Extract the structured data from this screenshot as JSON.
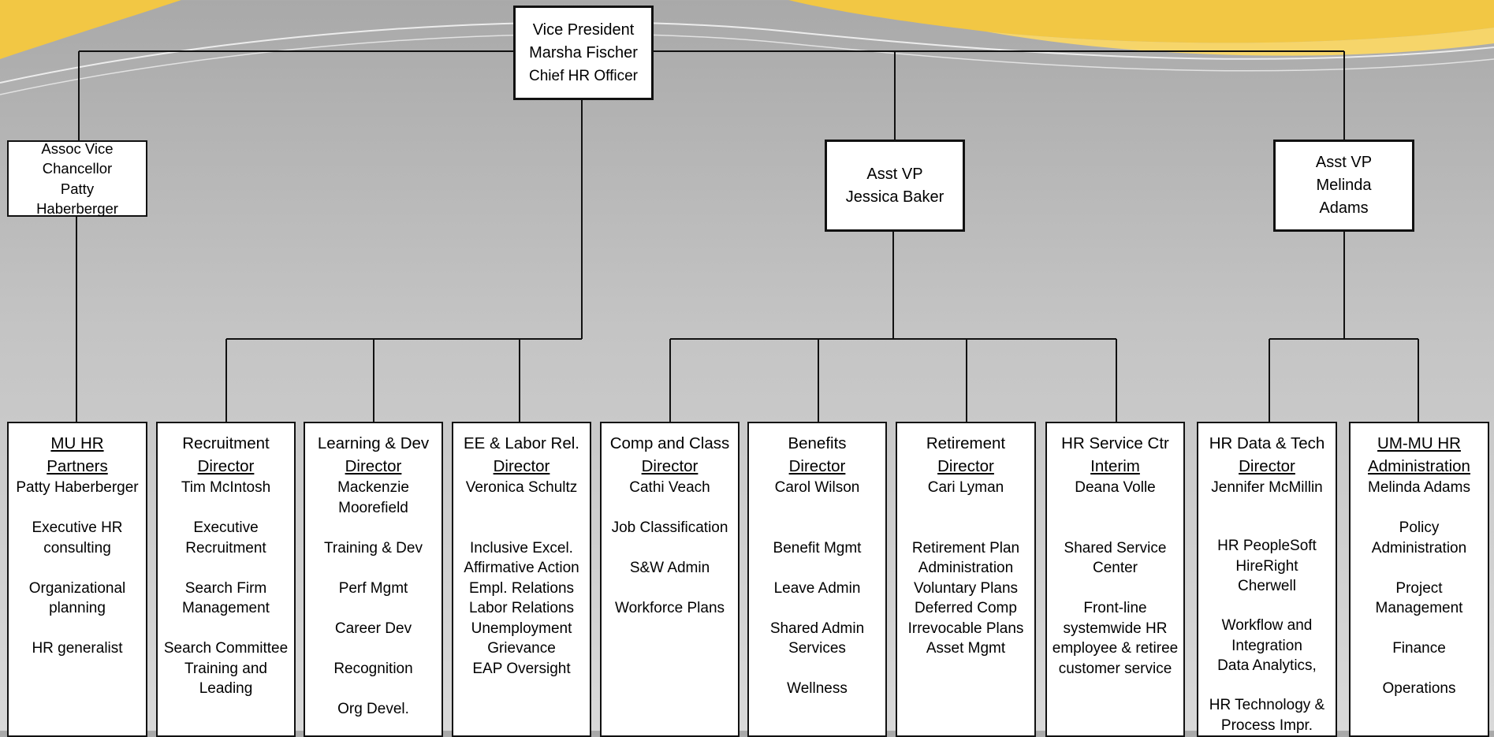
{
  "colors": {
    "background_top": "#a9a9a9",
    "background_bottom": "#d9d9d9",
    "accent_gold": "#f2c744",
    "accent_light": "#f6d56a",
    "line": "#111111",
    "box": "#ffffff"
  },
  "vp": {
    "lines": [
      "Vice President",
      "Marsha Fischer",
      "Chief HR Officer"
    ]
  },
  "avc": {
    "lines": [
      "Assoc Vice",
      "Chancellor",
      "Patty",
      "Haberberger"
    ]
  },
  "avp_baker": {
    "lines": [
      "Asst VP",
      "Jessica Baker"
    ]
  },
  "avp_adams": {
    "lines": [
      "Asst VP",
      "Melinda",
      "Adams"
    ]
  },
  "departments": [
    {
      "title": "MU HR",
      "title2": "Partners",
      "head": "Patty Haberberger",
      "items": [
        "Executive HR consulting",
        "",
        "Organizational planning",
        "",
        "HR generalist"
      ]
    },
    {
      "title": "Recruitment",
      "role": "Director",
      "head": "Tim McIntosh",
      "items": [
        "Executive Recruitment",
        "",
        "Search Firm Management",
        "",
        "Search Committee Training and Leading"
      ]
    },
    {
      "title": "Learning & Dev",
      "role": "Director",
      "head": "Mackenzie Moorefield",
      "items": [
        "Training & Dev",
        "",
        "Perf Mgmt",
        "",
        "Career Dev",
        "",
        "Recognition",
        "",
        "Org Devel."
      ]
    },
    {
      "title": "EE & Labor Rel.",
      "role": "Director",
      "head": "Veronica Schultz",
      "items": [
        "",
        "Inclusive Excel.",
        "Affirmative Action",
        "Empl. Relations",
        "Labor Relations",
        "Unemployment",
        "Grievance",
        "EAP Oversight"
      ]
    },
    {
      "title": "Comp and Class",
      "role": "Director",
      "head": "Cathi Veach",
      "items": [
        "Job Classification",
        "",
        "S&W Admin",
        "",
        "Workforce Plans"
      ]
    },
    {
      "title": "Benefits",
      "role": "Director",
      "head": "Carol Wilson",
      "items": [
        "",
        "Benefit Mgmt",
        "",
        "Leave Admin",
        "",
        "Shared Admin Services",
        "",
        "Wellness"
      ]
    },
    {
      "title": "Retirement",
      "role": "Director",
      "head": "Cari Lyman",
      "items": [
        "",
        "Retirement Plan Administration",
        "Voluntary Plans",
        "Deferred Comp",
        "Irrevocable Plans",
        "Asset Mgmt"
      ]
    },
    {
      "title": "HR Service Ctr",
      "role": "Interim",
      "head": "Deana Volle",
      "items": [
        "",
        "Shared Service Center",
        "",
        "Front-line systemwide HR employee & retiree customer service"
      ]
    },
    {
      "title": "HR Data & Tech",
      "role": "Director",
      "head": "Jennifer McMillin",
      "items": [
        "",
        "HR PeopleSoft",
        "HireRight",
        "Cherwell",
        "",
        "Workflow and Integration",
        "Data Analytics,",
        "",
        "HR Technology & Process Impr."
      ]
    },
    {
      "title": "UM-MU HR",
      "title2": "Administration",
      "head": "Melinda Adams",
      "items": [
        "Policy Administration",
        "",
        "Project Management",
        "",
        "Finance",
        "",
        "Operations"
      ]
    }
  ]
}
